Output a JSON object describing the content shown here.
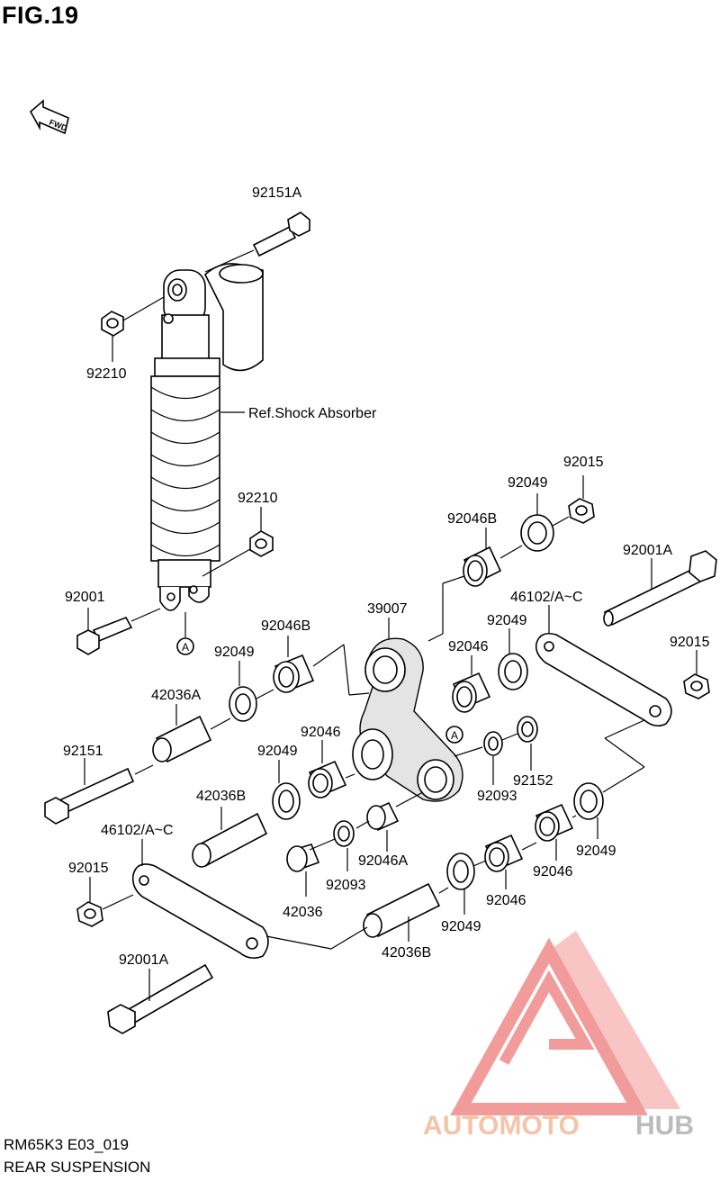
{
  "figure": {
    "title": "FIG.19"
  },
  "fwd_marker": {
    "text": "FWD"
  },
  "ref_note": "Ref.Shock Absorber",
  "labels": {
    "p92151A": "92151A",
    "p92210_top": "92210",
    "p92210_mid": "92210",
    "p92001": "92001",
    "p92049_top": "92049",
    "p92015_top": "92015",
    "p92046B_top": "92046B",
    "p92001A_right": "92001A",
    "p46102_right": "46102/A~C",
    "p92049_r2": "92049",
    "p92015_right": "92015",
    "p39007": "39007",
    "p92046_r": "92046",
    "p92046B_left": "92046B",
    "p92049_left": "92049",
    "p42036A": "42036A",
    "p92151": "92151",
    "p92046_mid": "92046",
    "p92049_mid": "92049",
    "p92152": "92152",
    "p92093_r": "92093",
    "p42036B_left": "42036B",
    "p46102_left": "46102/A~C",
    "p92046A": "92046A",
    "p92093_l": "92093",
    "p92015_left": "92015",
    "p42036": "42036",
    "p92046_low1": "92046",
    "p92049_low_r": "92049",
    "p92046_low2": "92046",
    "p92049_low_l": "92049",
    "p92001A_left": "92001A",
    "p42036B_right": "42036B",
    "marker_A1": "A",
    "marker_A2": "A"
  },
  "watermark": {
    "text_a": "AUTOMOTO",
    "text_b": "HUB",
    "color_a": "#f5b89a",
    "color_b": "#b0b0b0",
    "logo_color": "#f08a8a"
  },
  "footer": {
    "model_code": "RM65K3 E03_019",
    "section": "REAR SUSPENSION"
  }
}
